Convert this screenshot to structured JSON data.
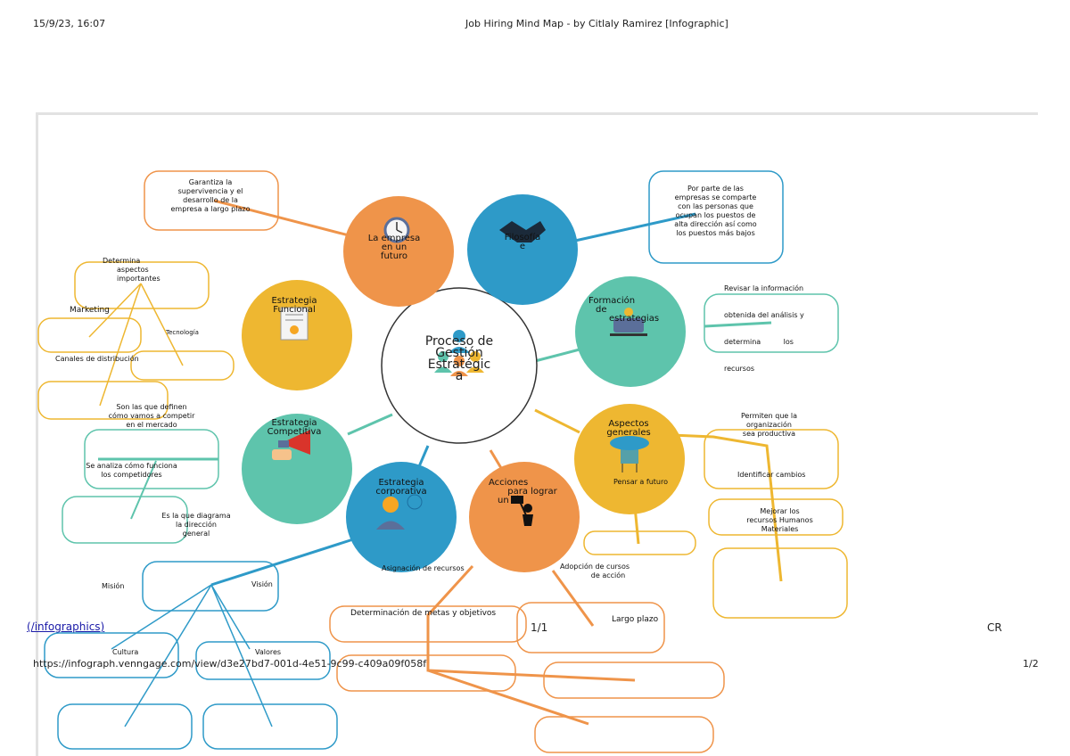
{
  "header": {
    "datetime": "15/9/23, 16:07",
    "title": "Job Hiring Mind Map - by Citlaly Ramirez [Infographic]"
  },
  "center": {
    "title": "Proceso de Gestión Estratégica",
    "line1": "Proceso de",
    "line2": "Gestión",
    "line3": "Estratégic",
    "line4": "a"
  },
  "nodes": {
    "futuro": {
      "line1": "La empresa",
      "line2": "en un",
      "line3": "futuro",
      "color": "#ef944a",
      "icon": "clock-icon"
    },
    "filosofia": {
      "line1": "Filosofía",
      "line2": "e",
      "color": "#2e9ac8",
      "icon": "handshake-icon"
    },
    "formacion": {
      "line1": "Formación",
      "line2": "de",
      "line3": "estrategias",
      "color": "#5ec4ac",
      "icon": "planning-icon"
    },
    "aspectos": {
      "line1": "Aspectos",
      "line2": "generales",
      "color": "#eeb731",
      "icon": "globe-building-icon"
    },
    "acciones": {
      "line1": "Acciones",
      "line2": "para lograr",
      "line3": "un fin",
      "color": "#ef944a",
      "icon": "flag-person-icon"
    },
    "corporativa": {
      "line1": "Estrategia",
      "line2": "corporativa",
      "color": "#2e9ac8",
      "icon": "people-icon"
    },
    "competitiva": {
      "line1": "Estrategia",
      "line2": "Competitiva",
      "color": "#5ec4ac",
      "icon": "megaphone-icon"
    },
    "funcional": {
      "line1": "Estrategia",
      "line2": "Funcional",
      "color": "#eeb731",
      "icon": "certificate-icon"
    }
  },
  "notes": {
    "garantiza": [
      "Garantiza la",
      "supervivencia y el",
      "desarrollo de la",
      "empresa a largo plazo"
    ],
    "por_parte": [
      "Por parte de las",
      "empresas se comparte",
      "con las personas que",
      "ocupan los puestos de",
      "alta dirección así como",
      "los puestos más bajos"
    ],
    "revisar": [
      "Revisar la información",
      "obtenida del análisis y",
      "determina          los",
      "recursos"
    ],
    "determina": [
      "Determina",
      "aspectos",
      "importantes"
    ],
    "marketing": "Marketing",
    "tecnologia": "Tecnología",
    "canales": "Canales de distribución",
    "son_las": [
      "Son las que definen",
      "cómo vamos a competir",
      "en el mercado"
    ],
    "se_analiza": [
      "Se analiza cómo funciona",
      "los competidores"
    ],
    "es_la": [
      "Es la que diagrama",
      "la dirección",
      "general"
    ],
    "permiten": [
      "Permiten que la",
      "organización",
      "sea productiva"
    ],
    "identificar": "Identificar cambios",
    "mejorar": [
      "Mejorar los",
      "recursos Humanos",
      "Materiales"
    ],
    "pensar": "Pensar a futuro",
    "asignacion": "Asignación de recursos",
    "adopcion": [
      "Adopción de cursos",
      "de acción"
    ],
    "largo_plazo": "Largo plazo",
    "determinacion": "Determinación de metas y objetivos",
    "mision": "Misión",
    "vision": "Visión",
    "cultura": "Cultura",
    "valores": "Valores"
  },
  "footer": {
    "link": "(/infographics)",
    "page_frac": "1/1",
    "cr": "CR",
    "url": "https://infograph.venngage.com/view/d3e27bd7-001d-4e51-9c99-c409a09f058f",
    "page": "1/2"
  },
  "colors": {
    "orange": "#ef944a",
    "blue": "#2e9ac8",
    "teal": "#5ec4ac",
    "yellow": "#eeb731"
  }
}
